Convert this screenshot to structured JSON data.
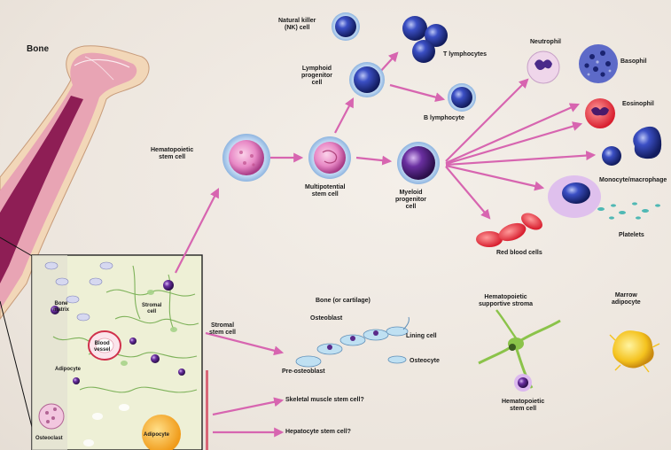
{
  "labels": {
    "bone": "Bone",
    "nk_cell": "Natural killer\n(NK) cell",
    "t_lymph": "T lymphocytes",
    "lymphoid_prog": "Lymphoid\nprogenitor\ncell",
    "b_lymph": "B lymphocyte",
    "hsc": "Hematopoietic\nstem cell",
    "multipotent": "Multipotential\nstem cell",
    "myeloid_prog": "Myeloid\nprogenitor\ncell",
    "neutrophil": "Neutrophil",
    "basophil": "Basophil",
    "eosinophil": "Eosinophil",
    "monocyte": "Monocyte/macrophage",
    "platelets": "Platelets",
    "rbc": "Red blood cells",
    "bone_cartilage": "Bone (or cartilage)",
    "osteoblast": "Osteoblast",
    "lining_cell": "Lining cell",
    "preosteoblast": "Pre-osteoblast",
    "osteocyte": "Osteocyte",
    "stromal_stem": "Stromal\nstem cell",
    "skeletal_muscle": "Skeletal muscle stem cell?",
    "hepatocyte": "Hepatocyte stem cell?",
    "supportive_stroma": "Hematopoietic\nsupportive stroma",
    "hsc_small": "Hematopoietic\nstem cell",
    "marrow_adipocyte": "Marrow\nadipocyte",
    "inset_bone_matrix": "Bone\nmatrix",
    "inset_stromal_cell": "Stromal\ncell",
    "inset_blood_vessel": "Blood\nvessel",
    "inset_adipocyte": "Adipocyte",
    "inset_osteoclast": "Osteoclast",
    "inset_a": "Adipocyte"
  },
  "colors": {
    "arrow": "#d765b0",
    "bone_dark": "#8e1e55",
    "bone_light": "#e7a0b5",
    "blue_cell": "#2a3fa0",
    "purple_cell": "#5a2a8a"
  }
}
